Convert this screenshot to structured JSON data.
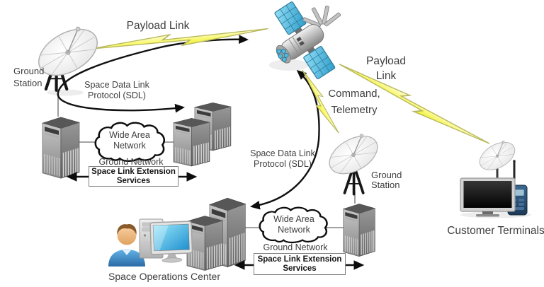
{
  "nodes": {
    "ground_station_left": {
      "line1": "Ground",
      "line2": "Station"
    },
    "ground_station_right": {
      "line1": "Ground",
      "line2": "Station"
    },
    "space_operations_center": {
      "label": "Space Operations Center"
    },
    "customer_terminals": {
      "label": "Customer Terminals"
    }
  },
  "links": {
    "payload_link_top": {
      "label": "Payload Link"
    },
    "payload_link_right": {
      "line1": "Payload",
      "line2": "Link"
    },
    "command_telemetry": {
      "line1": "Command,",
      "line2": "Telemetry"
    },
    "sdl_left": {
      "line1": "Space Data Link",
      "line2": "Protocol (SDL)"
    },
    "sdl_right": {
      "line1": "Space Data Link",
      "line2": "Protocol (SDL)"
    }
  },
  "networks": {
    "left": {
      "wan_line1": "Wide Area",
      "wan_line2": "Network",
      "ground_network": "Ground Network",
      "sle_line1": "Space Link Extension",
      "sle_line2": "Services"
    },
    "right": {
      "wan_line1": "Wide Area",
      "wan_line2": "Network",
      "ground_network": "Ground Network",
      "sle_line1": "Space Link Extension",
      "sle_line2": "Services"
    }
  },
  "icons": {
    "satellite": "satellite-icon",
    "ground_station": "satellite-dish-on-tripod-icon",
    "server": "server-tower-icon",
    "wan": "cloud-icon",
    "rf_link": "lightning-bolt-icon",
    "operator": "person-icon",
    "workstation": "desktop-pc-and-monitor-icon",
    "customer": "tv-and-handheld-radio-icon"
  },
  "colors": {
    "background": "#ffffff",
    "label_text": "#3e3e3e",
    "bolt_yellow": "#f6f65e",
    "arrow_black": "#111111",
    "cloud_outline": "#0d0d0d",
    "solar_panel_blue": "#5fc8e9",
    "shirt_blue": "#3f85c0",
    "server_gray": "#8a8a8a"
  }
}
